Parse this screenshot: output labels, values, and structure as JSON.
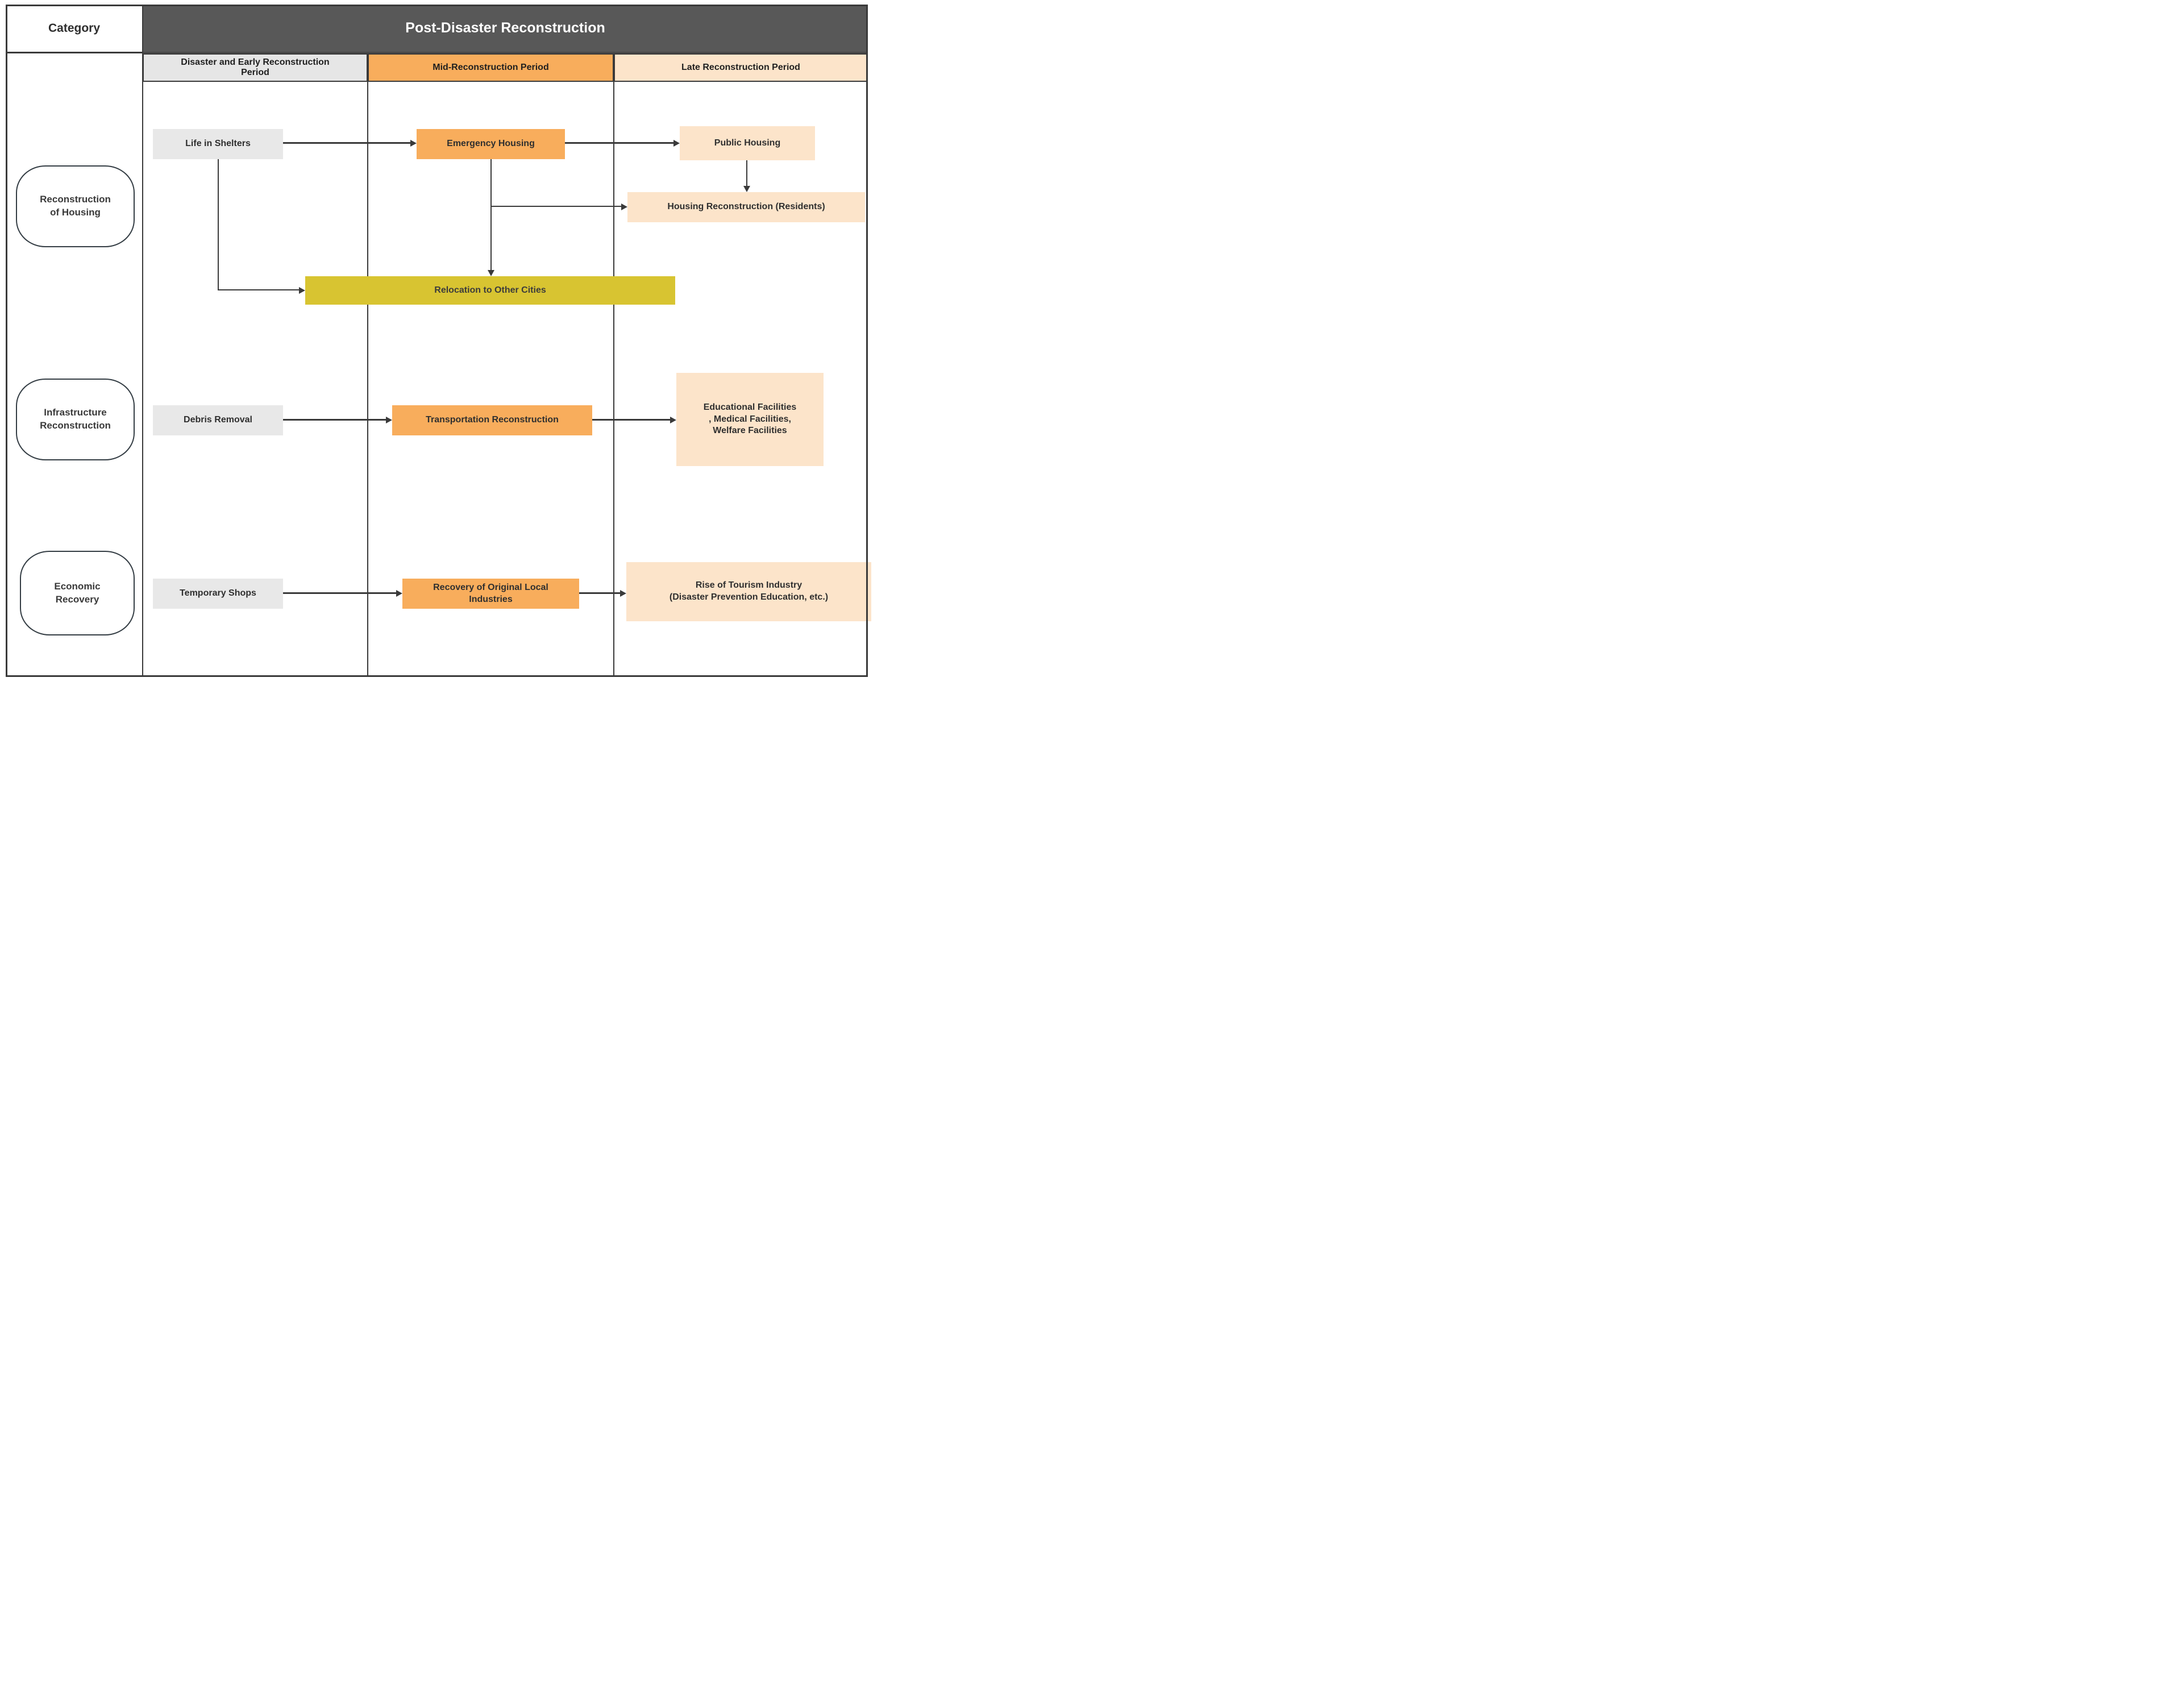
{
  "header": {
    "category_label": "Category",
    "title": "Post-Disaster Reconstruction",
    "periods": [
      {
        "label": "Disaster and Early Reconstruction\nPeriod",
        "bg": "#e6e6e6"
      },
      {
        "label": "Mid-Reconstruction Period",
        "bg": "#f8ad5c"
      },
      {
        "label": "Late Reconstruction Period",
        "bg": "#fce4ca"
      }
    ]
  },
  "categories": [
    {
      "label": "Reconstruction\nof Housing"
    },
    {
      "label": "Infrastructure\nReconstruction"
    },
    {
      "label": "Economic\nRecovery"
    }
  ],
  "nodes": [
    {
      "id": "life-in-shelters",
      "label": "Life in Shelters",
      "style": "gray",
      "period": "early",
      "category": "Reconstruction of Housing"
    },
    {
      "id": "emergency-housing",
      "label": "Emergency Housing",
      "style": "orange",
      "period": "mid",
      "category": "Reconstruction of Housing"
    },
    {
      "id": "public-housing",
      "label": "Public Housing",
      "style": "peach",
      "period": "late",
      "category": "Reconstruction of Housing"
    },
    {
      "id": "housing-reconstruction",
      "label": "Housing Reconstruction (Residents)",
      "style": "peach",
      "period": "late",
      "category": "Reconstruction of Housing"
    },
    {
      "id": "relocation",
      "label": "Relocation to Other Cities",
      "style": "yellow",
      "period": "early-mid-late",
      "category": "Reconstruction of Housing"
    },
    {
      "id": "debris-removal",
      "label": "Debris Removal",
      "style": "gray",
      "period": "early",
      "category": "Infrastructure Reconstruction"
    },
    {
      "id": "transportation-reconstruction",
      "label": "Transportation Reconstruction",
      "style": "orange",
      "period": "mid",
      "category": "Infrastructure Reconstruction"
    },
    {
      "id": "educational-facilities",
      "label": "Educational Facilities\n, Medical Facilities,\nWelfare Facilities",
      "style": "peach",
      "period": "late",
      "category": "Infrastructure Reconstruction"
    },
    {
      "id": "temporary-shops",
      "label": "Temporary Shops",
      "style": "gray",
      "period": "early",
      "category": "Economic Recovery"
    },
    {
      "id": "recovery-of-industries",
      "label": "Recovery of Original Local\nIndustries",
      "style": "orange",
      "period": "mid",
      "category": "Economic Recovery"
    },
    {
      "id": "rise-of-tourism",
      "label": "Rise of Tourism Industry\n(Disaster Prevention Education, etc.)",
      "style": "peach",
      "period": "late",
      "category": "Economic Recovery"
    }
  ],
  "connections": [
    {
      "from": "Life in Shelters",
      "to": "Emergency Housing"
    },
    {
      "from": "Emergency Housing",
      "to": "Public Housing"
    },
    {
      "from": "Public Housing",
      "to": "Housing Reconstruction (Residents)"
    },
    {
      "from": "Emergency Housing",
      "to": "Housing Reconstruction (Residents)"
    },
    {
      "from": "Emergency Housing",
      "to": "Relocation to Other Cities"
    },
    {
      "from": "Life in Shelters",
      "to": "Relocation to Other Cities"
    },
    {
      "from": "Debris Removal",
      "to": "Transportation Reconstruction"
    },
    {
      "from": "Transportation Reconstruction",
      "to": "Educational Facilities, Medical Facilities, Welfare Facilities"
    },
    {
      "from": "Temporary Shops",
      "to": "Recovery of Original Local Industries"
    },
    {
      "from": "Recovery of Original Local Industries",
      "to": "Rise of Tourism Industry (Disaster Prevention Education, etc.)"
    }
  ],
  "colors": {
    "dark_header_bg": "#585858",
    "dark_header_text": "#ffffff",
    "early_period_bg": "#e6e6e6",
    "mid_period_bg": "#f8ad5c",
    "late_period_bg": "#fce4ca",
    "gray_node": "#e8e8e8",
    "orange_node": "#f8ad5c",
    "peach_node": "#fce4ca",
    "yellow_node": "#d8c431",
    "line": "#3a3a3a"
  }
}
